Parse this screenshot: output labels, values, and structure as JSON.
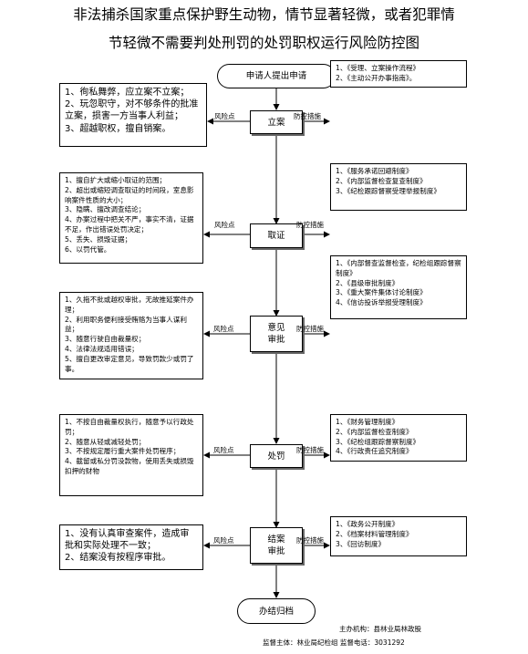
{
  "title_line1": "非法捕杀国家重点保护野生动物，情节显著轻微，或者犯罪情",
  "title_line2": "节轻微不需要判处刑罚的处罚职权运行风险防控图",
  "start_node": "申请人提出申请",
  "end_node": "办结归档",
  "risk_point_label": "风险点",
  "control_label": "防控措施",
  "steps": [
    {
      "name_lines": [
        "立案"
      ],
      "risks": [
        "1、徇私舞弊，应立案不立案；",
        "2、玩忽职守，对不够条件的批准立案，损害一方当事人利益；",
        "3、超越职权，擅自销案。"
      ],
      "controls": [
        "1、《受理、立案操作流程》",
        "2、《主动公开办事指南》。"
      ]
    },
    {
      "name_lines": [
        "取证"
      ],
      "risks": [
        "1、擅自扩大或缩小取证的范围；",
        "2、超出或缩短调查取证的时间段，室息影响案件性质的大小；",
        "3、隐瞒、擅改调查结论；",
        "4、办案过程中把关不严，事实不清，证据不足，作出错误处罚决定；",
        "5、丢失、损毁证据；",
        "6、以罚代管。"
      ],
      "controls": [
        "1、《服务承诺回避制度》",
        "2、《内部监督检查复查制度》",
        "3、《纪检跟踪督察受理举报制度》"
      ]
    },
    {
      "name_lines": [
        "意见",
        "审批"
      ],
      "risks": [
        "1、久拖不批或越权审批，无故推延案件办理；",
        "2、利用职务便利接受贿赂为当事人谋利益；",
        "3、随意行驶自由裁量权；",
        "4、法律法规适用错误；",
        "5、擅自更改审定意见，导致罚款少或罚了事。"
      ],
      "controls": [
        "1、《内部督查监督检查，纪检组跟踪督察制度》",
        "2、《县级审批制度》",
        "3、《重大案件集体讨论制度》",
        "4、《信访投诉举报受理制度》"
      ]
    },
    {
      "name_lines": [
        "处罚"
      ],
      "risks": [
        "1、不按自由裁量权执行，随意予以行政处罚；",
        "2、随意从轻或减轻处罚；",
        "3、不按规定履行重大案件处罚程序；",
        "4、截留或私分罚没款物，使用丢失或损毁扣押的财物"
      ],
      "controls": [
        "1、《财务管理制度》",
        "2、《内部监督检查制度》",
        "3、《纪检组跟踪督察制度》",
        "4、《行政责任追究制度》"
      ]
    },
    {
      "name_lines": [
        "结案",
        "审批"
      ],
      "risks": [
        "1、没有认真审查案件，造成审批和实际处理不一致；",
        "2、结案没有按程序审批。"
      ],
      "controls": [
        "1、《政务公开制度》",
        "2、《档案材料管理制度》",
        "3、《回访制度》"
      ]
    }
  ],
  "footer_line1": "主办机构：县林业局林政股",
  "footer_line2": "监督主体：林业局纪检组  监督电话：3031292",
  "colors": {
    "line": "#000000",
    "background": "#ffffff"
  }
}
